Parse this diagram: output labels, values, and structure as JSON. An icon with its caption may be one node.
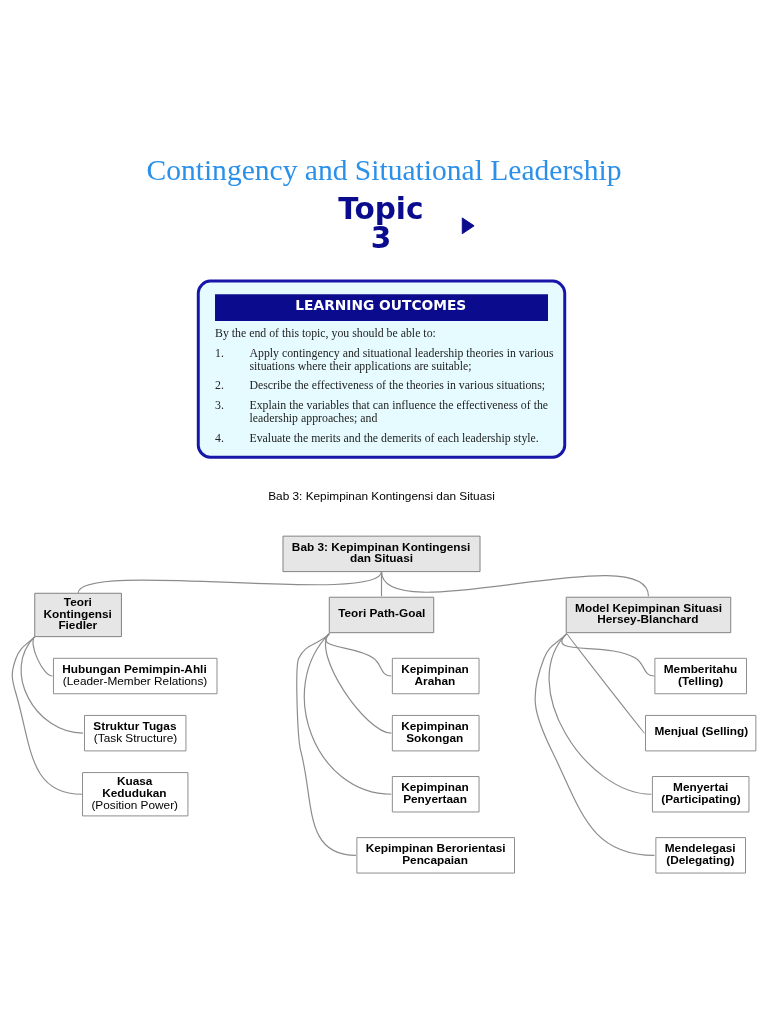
{
  "diagram": {
    "title": "Contingency and Situational Leadership",
    "nodes": [
      {
        "text": [
          "LEARNING OUTCOMES",
          "By the end of this topic, you should be able to:",
          "1.",
          "Apply contingency and situational leadership theories in various situations where their applications are suitable;",
          "2.",
          "Describe the effectiveness of the theories in various situations;",
          "3.",
          "Explain the variables that can influence the effectiveness of the leadership approaches; and",
          "4.",
          "Evaluate the merits and the demerits of each leadership style."
        ]
      },
      {
        "text": [
          "Bab 3: Kepimpinan Kontingensi dan Situasi"
        ]
      },
      {
        "text": [
          "Teori Kontingensi Fiedler"
        ]
      },
      {
        "text": [
          "Teori Path-Goal"
        ]
      },
      {
        "text": [
          "Model Kepimpinan Situasi Hersey-Blanchard"
        ]
      },
      {
        "text": [
          "Hubungan Pemimpin-Ahli",
          "(Leader-Member Relations)"
        ]
      },
      {
        "text": [
          "Struktur Tugas",
          "(Task Structure)"
        ]
      },
      {
        "text": [
          "Kuasa Kedudukan",
          "(Position Power)"
        ]
      },
      {
        "text": [
          "Kepimpinan Arahan"
        ]
      },
      {
        "text": [
          "Kepimpinan Sokongan"
        ]
      },
      {
        "text": [
          "Kepimpinan Penyertaan"
        ]
      },
      {
        "text": [
          "Kepimpinan Berorientasi Pencapaian"
        ]
      },
      {
        "text": [
          "Memberitahu (Telling)"
        ]
      },
      {
        "text": [
          "Menjual (Selling)"
        ]
      },
      {
        "text": [
          "Menyertai (Participating)"
        ]
      },
      {
        "text": [
          "Mendelegasi (Delegating)"
        ]
      }
    ],
    "edges": [
      {
        "from": 1,
        "to": 2,
        "arrow": "none"
      },
      {
        "from": 1,
        "to": 3,
        "arrow": "none"
      },
      {
        "from": 1,
        "to": 4,
        "arrow": "none"
      },
      {
        "from": 2,
        "to": 5,
        "arrow": "none"
      },
      {
        "from": 2,
        "to": 6,
        "arrow": "none"
      },
      {
        "from": 2,
        "to": 7,
        "arrow": "none"
      },
      {
        "from": 3,
        "to": 8,
        "arrow": "none"
      },
      {
        "from": 3,
        "to": 9,
        "arrow": "none"
      },
      {
        "from": 3,
        "to": 10,
        "arrow": "none"
      },
      {
        "from": 3,
        "to": 11,
        "arrow": "none"
      },
      {
        "from": 4,
        "to": 12,
        "arrow": "none"
      },
      {
        "from": 4,
        "to": 13,
        "arrow": "none"
      },
      {
        "from": 4,
        "to": 14,
        "arrow": "none"
      },
      {
        "from": 4,
        "to": 15,
        "arrow": "none"
      }
    ],
    "labels": [
      "Topic 3",
      "Bab 3: Kepimpinan Kontingensi dan Situasi"
    ]
  }
}
